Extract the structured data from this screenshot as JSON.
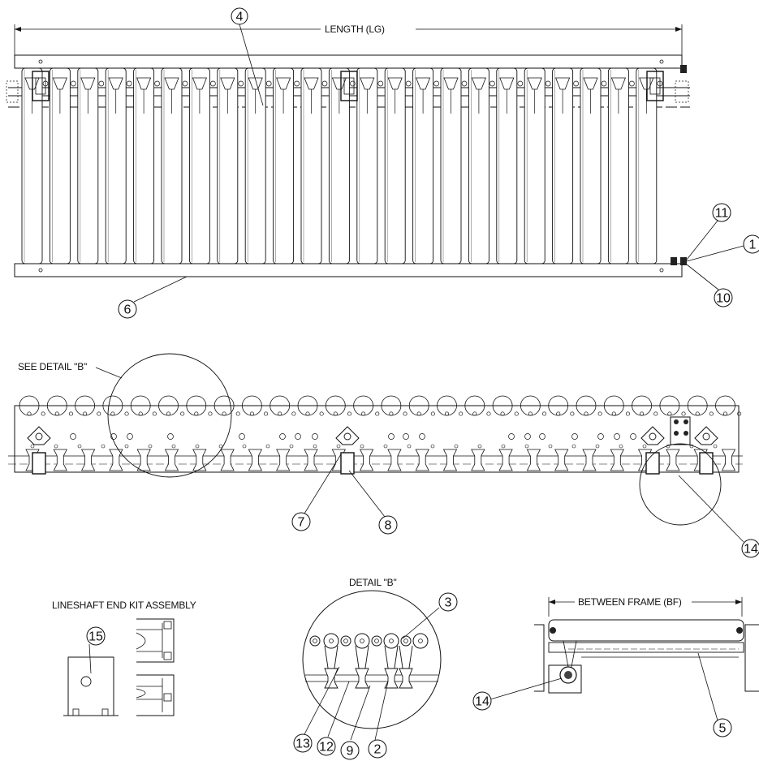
{
  "labels": {
    "length": "LENGTH (LG)",
    "see_detail": "SEE DETAIL \"B\"",
    "detail_b": "DETAIL \"B\"",
    "lineshaft_end_kit": "LINESHAFT END KIT ASSEMBLY",
    "between_frame": "BETWEEN FRAME (BF)"
  },
  "callouts": {
    "c1": "1",
    "c2": "2",
    "c3": "3",
    "c4": "4",
    "c5": "5",
    "c6": "6",
    "c7": "7",
    "c8": "8",
    "c9": "9",
    "c10": "10",
    "c11": "11",
    "c12": "12",
    "c13": "13",
    "c14a": "14",
    "c14b": "14",
    "c15": "15"
  },
  "drawing": {
    "top_view_roller_count": 23,
    "side_view_roller_count": 26
  }
}
